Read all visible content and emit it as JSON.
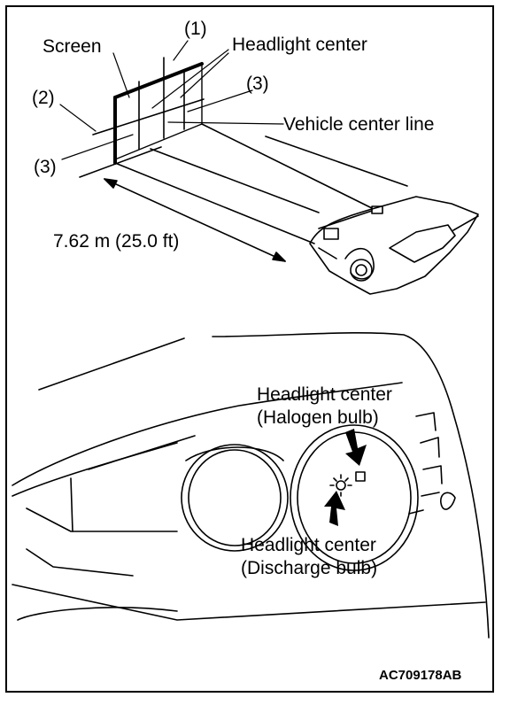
{
  "labels": {
    "screen": "Screen",
    "marker_1": "(1)",
    "marker_2": "(2)",
    "marker_3_left": "(3)",
    "marker_3_right": "(3)",
    "headlight_center_top": "Headlight center",
    "vehicle_center_line": "Vehicle center line",
    "distance": "7.62 m (25.0 ft)",
    "halogen_line1": "Headlight center",
    "halogen_line2": "(Halogen bulb)",
    "discharge_line1": "Headlight center",
    "discharge_line2": "(Discharge bulb)"
  },
  "figure_code": "AC709178AB"
}
